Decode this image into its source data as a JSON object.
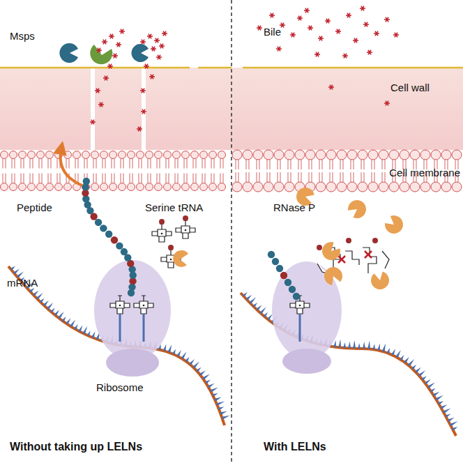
{
  "diagram": {
    "labels": [
      "Msps",
      "Bile",
      "Cell wall",
      "Cell membrane",
      "Peptide",
      "Serine tRNA",
      "RNase P",
      "mRNA",
      "Ribosome",
      "Without taking up LELNs",
      "With LELNs"
    ]
  }
}
